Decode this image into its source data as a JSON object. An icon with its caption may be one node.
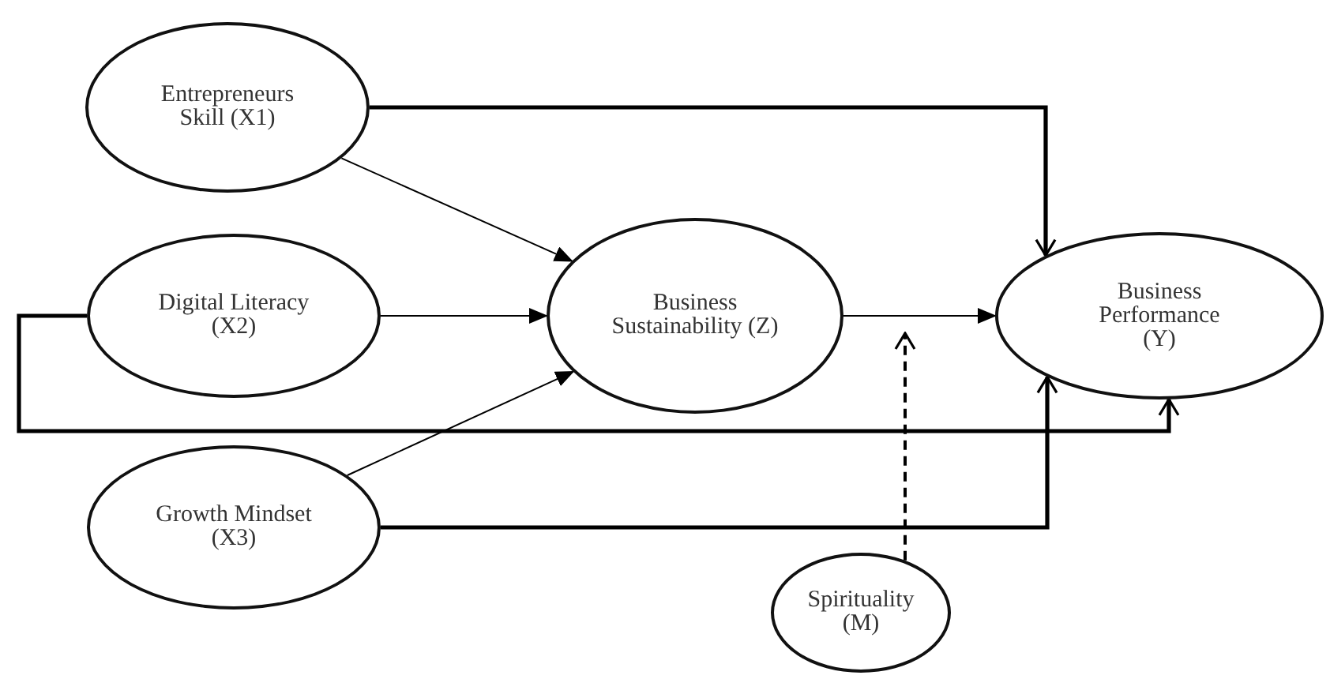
{
  "diagram": {
    "nodes": [
      {
        "text": [
          "Entrepreneurs Skill (X1)"
        ]
      },
      {
        "text": [
          "Digital Literacy (X2)"
        ]
      },
      {
        "text": [
          "Growth Mindset (X3)"
        ]
      },
      {
        "text": [
          "Business Sustainability (Z)"
        ]
      },
      {
        "text": [
          "Business Performance (Y)"
        ]
      },
      {
        "text": [
          "Spirituality (M)"
        ]
      }
    ],
    "edges": [
      {
        "from": 0,
        "to": 3,
        "arrow": "to"
      },
      {
        "from": 1,
        "to": 3,
        "arrow": "to"
      },
      {
        "from": 2,
        "to": 3,
        "arrow": "to"
      },
      {
        "from": 3,
        "to": 4,
        "arrow": "to"
      },
      {
        "from": 0,
        "to": 4,
        "arrow": "to",
        "style": "thick"
      },
      {
        "from": 1,
        "to": 4,
        "arrow": "to",
        "style": "thick"
      },
      {
        "from": 2,
        "to": 4,
        "arrow": "to",
        "style": "thick"
      },
      {
        "from": 5,
        "to": null,
        "arrow": "to",
        "style": "dashed"
      }
    ]
  }
}
